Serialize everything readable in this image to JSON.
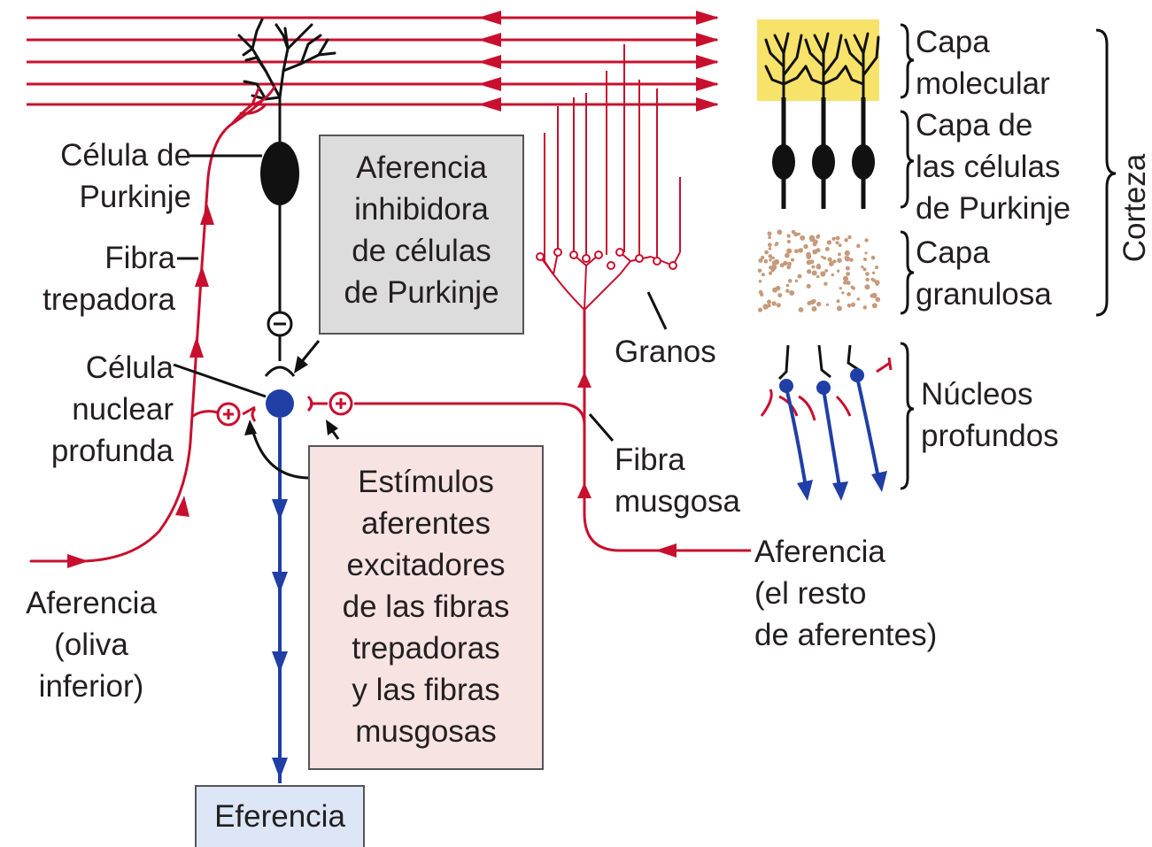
{
  "colors": {
    "afferent_red": "#c8102e",
    "efferent_blue": "#1f3fa6",
    "neuron_black": "#111111",
    "molecular_layer_yellow": "#f7e36a",
    "granular_dots": "#c69a7a",
    "inhibitory_box": "#dcdcdc",
    "excitatory_box": "#f7e3e2",
    "efferent_box": "#dde6f7"
  },
  "icons": {
    "inhibitory_synapse": "minus-circle",
    "excitatory_synapse": "plus-circle"
  },
  "labels": {
    "purkinje_cell": [
      "Célula de",
      "Purkinje"
    ],
    "climbing_fiber": [
      "Fibra",
      "trepadora"
    ],
    "deep_nuclear_cell": [
      "Célula",
      "nuclear",
      "profunda"
    ],
    "afferent_inferior_olive": [
      "Aferencia",
      "(oliva",
      "inferior)"
    ],
    "granule_cells": "Granos",
    "mossy_fiber": [
      "Fibra",
      "musgosa"
    ],
    "afferent_other": [
      "Aferencia",
      "(el resto",
      "de aferentes)"
    ],
    "inhibitory_input_box": [
      "Aferencia",
      "inhibidora",
      "de células",
      "de Purkinje"
    ],
    "excitatory_input_box": [
      "Estímulos",
      "aferentes",
      "excitadores",
      "de las fibras",
      "trepadoras",
      "y las fibras",
      "musgosas"
    ],
    "efferent_box": "Eferencia"
  },
  "layers": {
    "molecular": [
      "Capa",
      "molecular"
    ],
    "purkinje": [
      "Capa de",
      "las células",
      "de Purkinje"
    ],
    "granular": [
      "Capa",
      "granulosa"
    ],
    "deep_nuclei": [
      "Núcleos",
      "profundos"
    ],
    "cortex": "Corteza"
  }
}
